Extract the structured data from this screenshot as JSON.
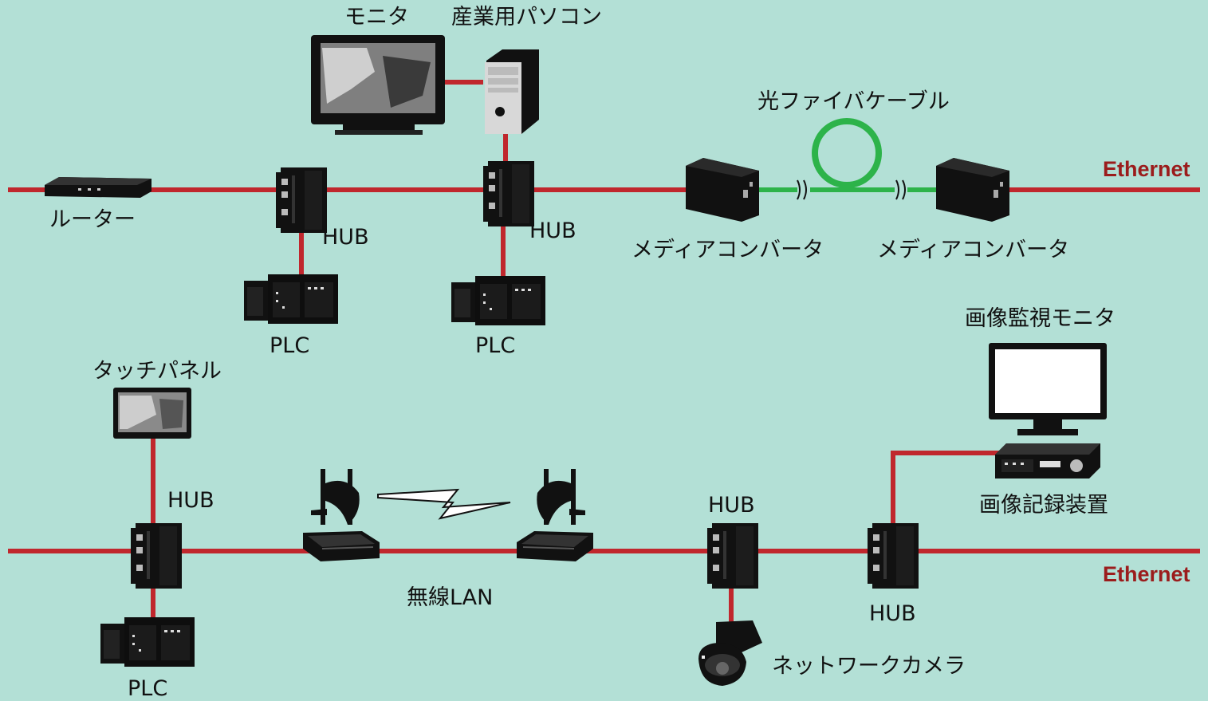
{
  "colors": {
    "background": "#b3e0d6",
    "ethernet_line": "#c0272d",
    "fiber_line": "#2db34a",
    "device": "#111111",
    "ethernet_label": "#9b1c1c"
  },
  "top_network": {
    "ethernet_label": "Ethernet",
    "monitor_label": "モニタ",
    "pc_label": "産業用パソコン",
    "router_label": "ルーター",
    "hub1_label": "HUB",
    "hub2_label": "HUB",
    "plc1_label": "PLC",
    "plc2_label": "PLC",
    "fiber_label": "光ファイバケーブル",
    "media_converter1_label": "メディアコンバータ",
    "media_converter2_label": "メディアコンバータ"
  },
  "bottom_network": {
    "ethernet_label": "Ethernet",
    "touch_panel_label": "タッチパネル",
    "hub1_label": "HUB",
    "plc_label": "PLC",
    "wireless_label": "無線LAN",
    "hub2_label": "HUB",
    "camera_label": "ネットワークカメラ",
    "hub3_label": "HUB",
    "surveillance_monitor_label": "画像監視モニタ",
    "recorder_label": "画像記録装置"
  },
  "icons": {
    "monitor": "monitor-icon",
    "pc": "industrial-pc-icon",
    "router": "router-icon",
    "hub": "hub-icon",
    "plc": "plc-icon",
    "media_converter": "media-converter-icon",
    "fiber": "fiber-loop-icon",
    "touch_panel": "touch-panel-icon",
    "access_point": "wireless-access-point-icon",
    "wireless_link": "lightning-link-icon",
    "camera": "dome-camera-icon",
    "surveillance_monitor": "surveillance-monitor-icon",
    "recorder": "video-recorder-icon"
  }
}
